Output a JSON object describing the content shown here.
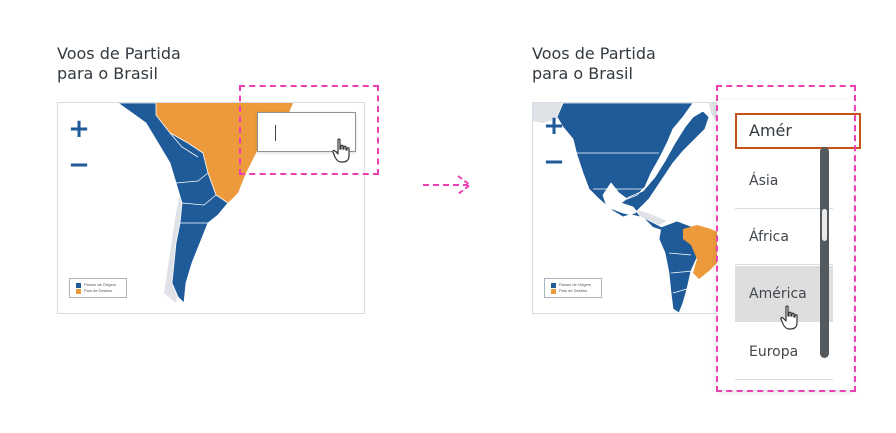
{
  "left_panel": {
    "title_line1": "Voos de Partida",
    "title_line2": "para o Brasil",
    "zoom_in_label": "+",
    "zoom_out_label": "−",
    "legend": {
      "origin_label": "Países de Origem",
      "destination_label": "País de Destino"
    },
    "search_value": ""
  },
  "right_panel": {
    "title_line1": "Voos de Partida",
    "title_line2": "para o Brasil",
    "zoom_in_label": "+",
    "zoom_out_label": "−",
    "legend": {
      "origin_label": "Países de Origem",
      "destination_label": "País de Destino"
    },
    "dropdown": {
      "input_value": "Amér",
      "options": [
        "Ásia",
        "África",
        "América",
        "Europa"
      ],
      "highlighted": "América"
    }
  },
  "colors": {
    "origin": "#1f5a99",
    "destination": "#ec9a3c",
    "land": "#dfe3e7",
    "highlight_border": "#ec3fb4",
    "input_focus_border": "#c4521a"
  },
  "icons": {
    "cursor": "hand-pointer-icon",
    "arrow": "dashed-arrow-right-icon"
  }
}
